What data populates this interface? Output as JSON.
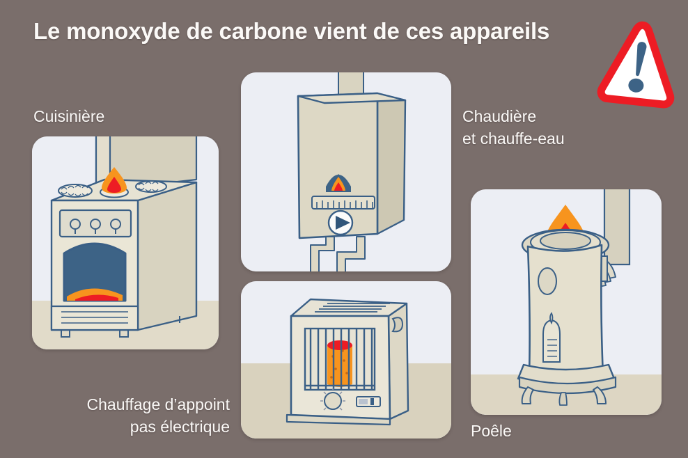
{
  "poster": {
    "title": "Le monoxyde de carbone vient de ces appareils",
    "background_color": "#7a6e6b",
    "text_color": "#fbf9f7"
  },
  "warning_icon": {
    "name": "warning-triangle-icon",
    "symbol": "!",
    "border_color": "#ed1c24",
    "fill_color": "#ffffff",
    "mark_color": "#3d6386"
  },
  "captions": {
    "cuisiniere": "Cuisinière",
    "chaudiere": "Chaudière\net chauffe-eau",
    "chauffage": "Chauffage d’appoint\npas électrique",
    "poele": "Poêle"
  },
  "panels": [
    {
      "id": "cuisiniere",
      "label": "Cuisinière",
      "illustration": "gas-cooker",
      "panel_bg": "#eceef4",
      "floor_color": "#e1dbc9",
      "body_color": "#e3decd",
      "outline_color": "#3a5f86",
      "oven_window_color": "#3d6386",
      "flame_colors": [
        "#f7941e",
        "#ed1c24"
      ],
      "knob_count": 3,
      "burner_count": 3,
      "lit_burners": 1
    },
    {
      "id": "chaudiere",
      "label": "Chaudière et chauffe-eau",
      "illustration": "wall-boiler",
      "panel_bg": "#eceef4",
      "body_color": "#ddd8c5",
      "side_color": "#cfcab5",
      "outline_color": "#3a5f86",
      "flame_colors": [
        "#f7941e",
        "#ed1c24"
      ],
      "window_color": "#3d6386",
      "scale_ticks": 11,
      "dial": "pressure-gauge",
      "pipe_count": 2
    },
    {
      "id": "chauffage",
      "label": "Chauffage d’appoint pas électrique",
      "illustration": "portable-heater",
      "panel_bg": "#eceef4",
      "floor_color": "#d9d2be",
      "body_color": "#eae6d8",
      "outline_color": "#3a5f86",
      "element_colors": [
        "#f7941e",
        "#ed1c24"
      ],
      "grille_bars": 9,
      "vent_slots": 5,
      "controls": [
        "rotary-knob",
        "rocker-switch"
      ],
      "handle": true
    },
    {
      "id": "poele",
      "label": "Poêle",
      "illustration": "cylindrical-stove",
      "panel_bg": "#eceef4",
      "floor_color": "#ddd6c3",
      "body_color": "#e5e0ce",
      "outline_color": "#3a5f86",
      "flame_colors": [
        "#f7941e",
        "#ed1c24"
      ],
      "flue_pipe": true,
      "elbow": "accordion-bend",
      "legs": 3,
      "vent": "oval-vent"
    }
  ]
}
